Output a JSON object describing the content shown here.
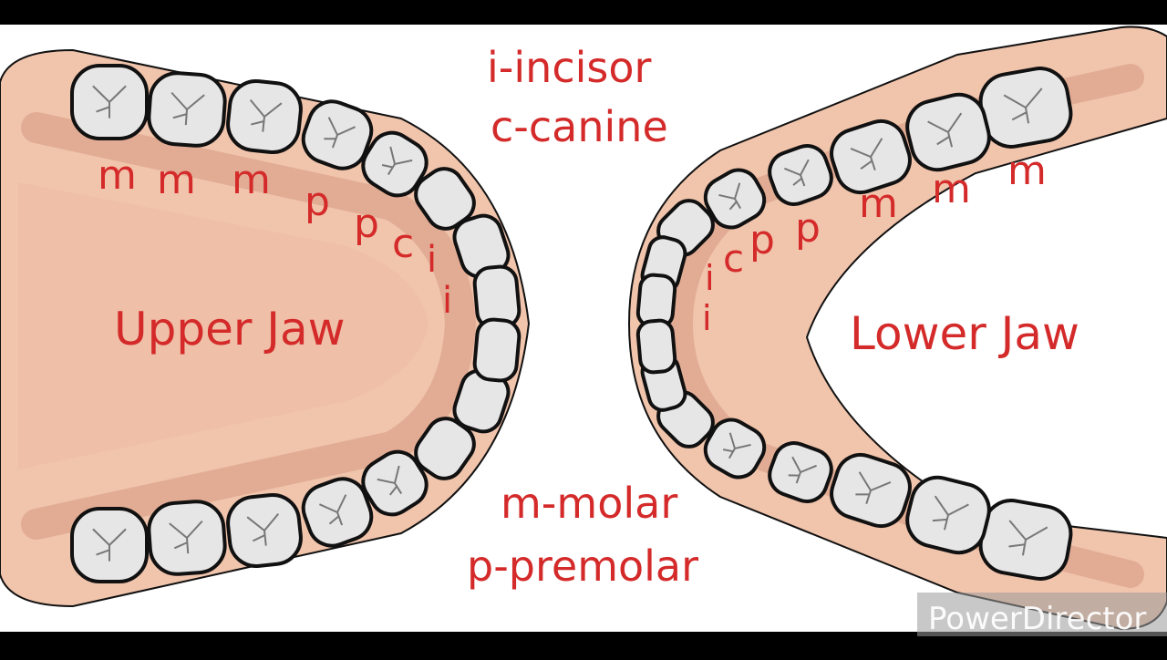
{
  "diagram": {
    "legend": {
      "incisor": "i-incisor",
      "canine": "c-canine",
      "molar": "m-molar",
      "premolar": "p-premolar"
    },
    "upper_jaw": {
      "title": "Upper Jaw",
      "tooth_labels": [
        "m",
        "m",
        "m",
        "p",
        "p",
        "c",
        "i",
        "i"
      ]
    },
    "lower_jaw": {
      "title": "Lower Jaw",
      "tooth_labels": [
        "i",
        "i",
        "c",
        "p",
        "p",
        "m",
        "m",
        "m"
      ]
    },
    "colors": {
      "label": "#d42a2a",
      "gum": "#f1c4ac",
      "gum_dark": "#dca48c",
      "tooth": "#e6e6e6",
      "outline": "#111111",
      "background": "#ffffff",
      "letterbox": "#000000"
    }
  },
  "watermark": {
    "text": "PowerDirector"
  }
}
